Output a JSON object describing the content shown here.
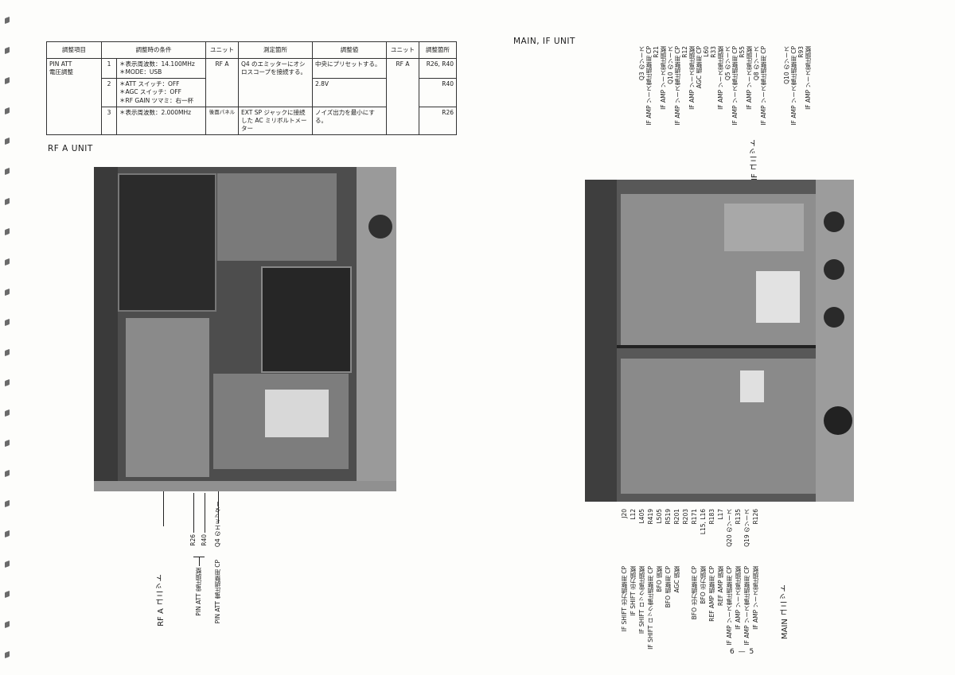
{
  "table": {
    "headers": [
      "調整項目",
      "調整時の条件",
      "ユニット",
      "測定箇所",
      "調整値",
      "ユニット",
      "調整箇所"
    ],
    "item": "PIN ATT\n電圧調整",
    "rows": [
      {
        "no": "1",
        "cond": "＊表示周波数：14.100MHz\n＊MODE：USB",
        "unit": "RF A",
        "point": "Q4 のエミッターにオシロスコープを接続する。",
        "value": "中央にプリセットする。",
        "unit2": "RF A",
        "adj": "R26, R40"
      },
      {
        "no": "2",
        "cond": "＊ATT スイッチ：OFF\n＊AGC スイッチ：OFF\n＊RF GAIN ツマミ：右一杯",
        "unit": "",
        "point": "",
        "value": "2.8V",
        "unit2": "",
        "adj": "R40"
      },
      {
        "no": "3",
        "cond": "＊表示周波数：2.000MHz",
        "unit": "後面パネル",
        "point": "EXT SP ジャックに接続した AC ミリボルトメーター",
        "value": "ノイズ出力を最小にする。",
        "unit2": "",
        "adj": "R26"
      }
    ]
  },
  "left_title": "RF A UNIT",
  "right_title": "MAIN, IF UNIT",
  "rf_labels": {
    "unit": "RF A ユニット",
    "r26": "R26",
    "r40": "R40",
    "pin1": "PIN ATT 電圧調整",
    "pin2": "PIN ATT 電圧調整用 CP",
    "q4": "Q4 のエミッター"
  },
  "if_top_labels": [
    "Q3 のソース",
    "IF AMP ソース電圧調整用 CP",
    "R21",
    "IF AMP ソース電圧調整",
    "Q10 のソース",
    "IF AMP ソース電圧調整用 CP",
    "R12",
    "IF AMP ソース電圧調整",
    "AGC 調整用 CP",
    "L60",
    "R33",
    "IF AMP ソース電圧調整",
    "Q5 のソース",
    "IF AMP ソース電圧調整用 CP",
    "R55",
    "IF AMP ソース電圧調整",
    "Q8 のソース",
    "IF AMP ソース電圧調整用 CP"
  ],
  "if_unit_label": "IF ユニット",
  "if_right_labels": [
    "Q10 のソース",
    "IF AMP ソース電圧調整用 CP",
    "R93",
    "IF AMP ソース電圧調整"
  ],
  "main_bottom_labels": [
    {
      "comp": "J20",
      "desc": "IF SHIFT 出力調整用 CP"
    },
    {
      "comp": "L12",
      "desc": "IF SHIFT 出力調整"
    },
    {
      "comp": "L405",
      "desc": "IF SHIFT ロック電圧調整"
    },
    {
      "comp": "R419",
      "desc": "IF SHIFT ロック電圧調整用 CP"
    },
    {
      "comp": "L505",
      "desc": "BFO 調整"
    },
    {
      "comp": "R519",
      "desc": "BFO 調整用 CP"
    },
    {
      "comp": "R201",
      "desc": "AGC 調整"
    },
    {
      "comp": "R203",
      "desc": ""
    },
    {
      "comp": "R171",
      "desc": "BFO 出力調整用 CP"
    },
    {
      "comp": "L15, L16",
      "desc": "BFO 出力調整"
    },
    {
      "comp": "R183",
      "desc": "REF AMP 調整用 CP"
    },
    {
      "comp": "L17",
      "desc": "REF AMP 調整"
    },
    {
      "comp": "Q20 のソース",
      "desc": "IF AMP ソース電圧調整用 CP"
    },
    {
      "comp": "R135",
      "desc": "IF AMP ソース電圧調整"
    },
    {
      "comp": "Q19 のソース",
      "desc": "IF AMP ソース電圧調整用 CP"
    },
    {
      "comp": "R126",
      "desc": "IF AMP ソース電圧調整"
    },
    {
      "comp": "",
      "desc": "MAIN ユニット"
    }
  ],
  "page_number": "6 — 5"
}
